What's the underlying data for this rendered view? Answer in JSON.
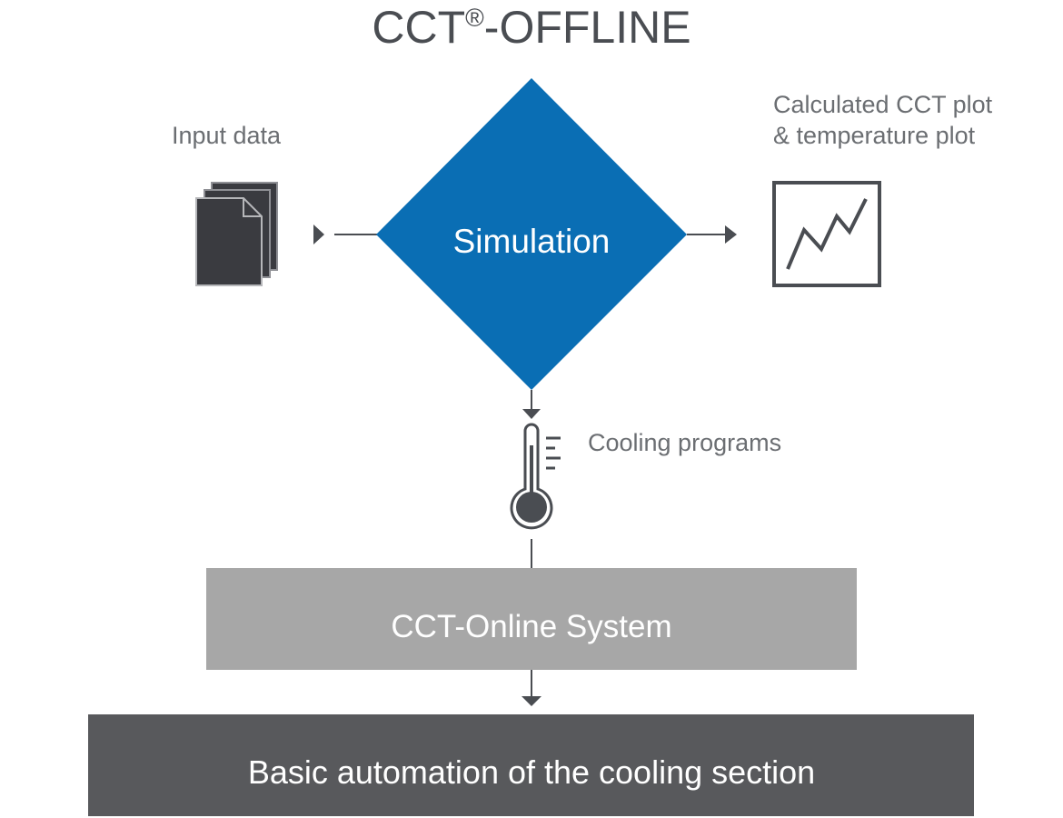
{
  "title": {
    "main": "CCT",
    "reg": "®",
    "suffix": "-OFFLINE"
  },
  "input": {
    "label": "Input data",
    "icon": "documents-stack-icon"
  },
  "simulation": {
    "label": "Simulation",
    "color": "#0a6eb4"
  },
  "output": {
    "label_line1": "Calculated CCT plot",
    "label_line2": "& temperature plot",
    "icon": "line-chart-icon"
  },
  "cooling": {
    "label": "Cooling programs",
    "icon": "thermometer-icon"
  },
  "online_system": {
    "label": "CCT-Online System",
    "color": "#a7a7a7"
  },
  "basic_automation": {
    "label": "Basic automation of the cooling section",
    "color": "#58595c"
  }
}
